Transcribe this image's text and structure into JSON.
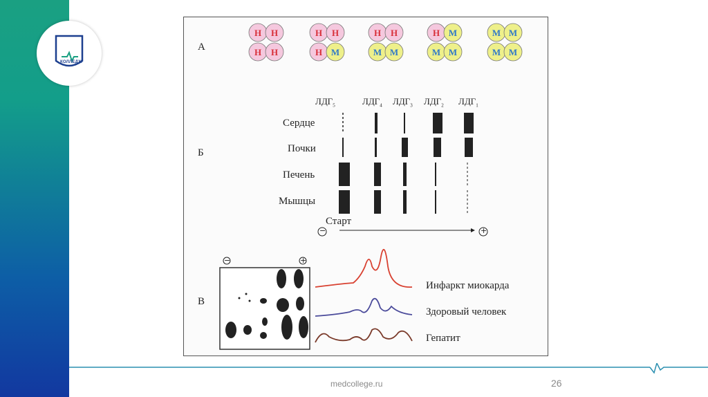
{
  "sidebar": {
    "logo_caption": "Колледж"
  },
  "figure": {
    "section_a": "А",
    "section_b": "Б",
    "section_c": "В",
    "isozymes": [
      [
        "Н",
        "Н",
        "Н",
        "Н"
      ],
      [
        "Н",
        "Н",
        "Н",
        "М"
      ],
      [
        "Н",
        "Н",
        "М",
        "М"
      ],
      [
        "Н",
        "М",
        "М",
        "М"
      ],
      [
        "М",
        "М",
        "М",
        "М"
      ]
    ],
    "ldh_labels": [
      "ЛДГ",
      "ЛДГ",
      "ЛДГ",
      "ЛДГ",
      "ЛДГ"
    ],
    "ldh_subs": [
      "5",
      "4",
      "3",
      "2",
      "1"
    ],
    "organs": [
      "Сердце",
      "Почки",
      "Печень",
      "Мышцы"
    ],
    "start_label": "Старт",
    "minus": "−",
    "plus": "+",
    "curves": [
      "Инфаркт миокарда",
      "Здоровый человек",
      "Гепатит"
    ],
    "colors": {
      "H": "#f5c8de",
      "M": "#eef08a",
      "H_text": "#d8303a",
      "M_text": "#2f78c8"
    }
  },
  "footer": {
    "site": "medcollege.ru",
    "page": "26"
  }
}
